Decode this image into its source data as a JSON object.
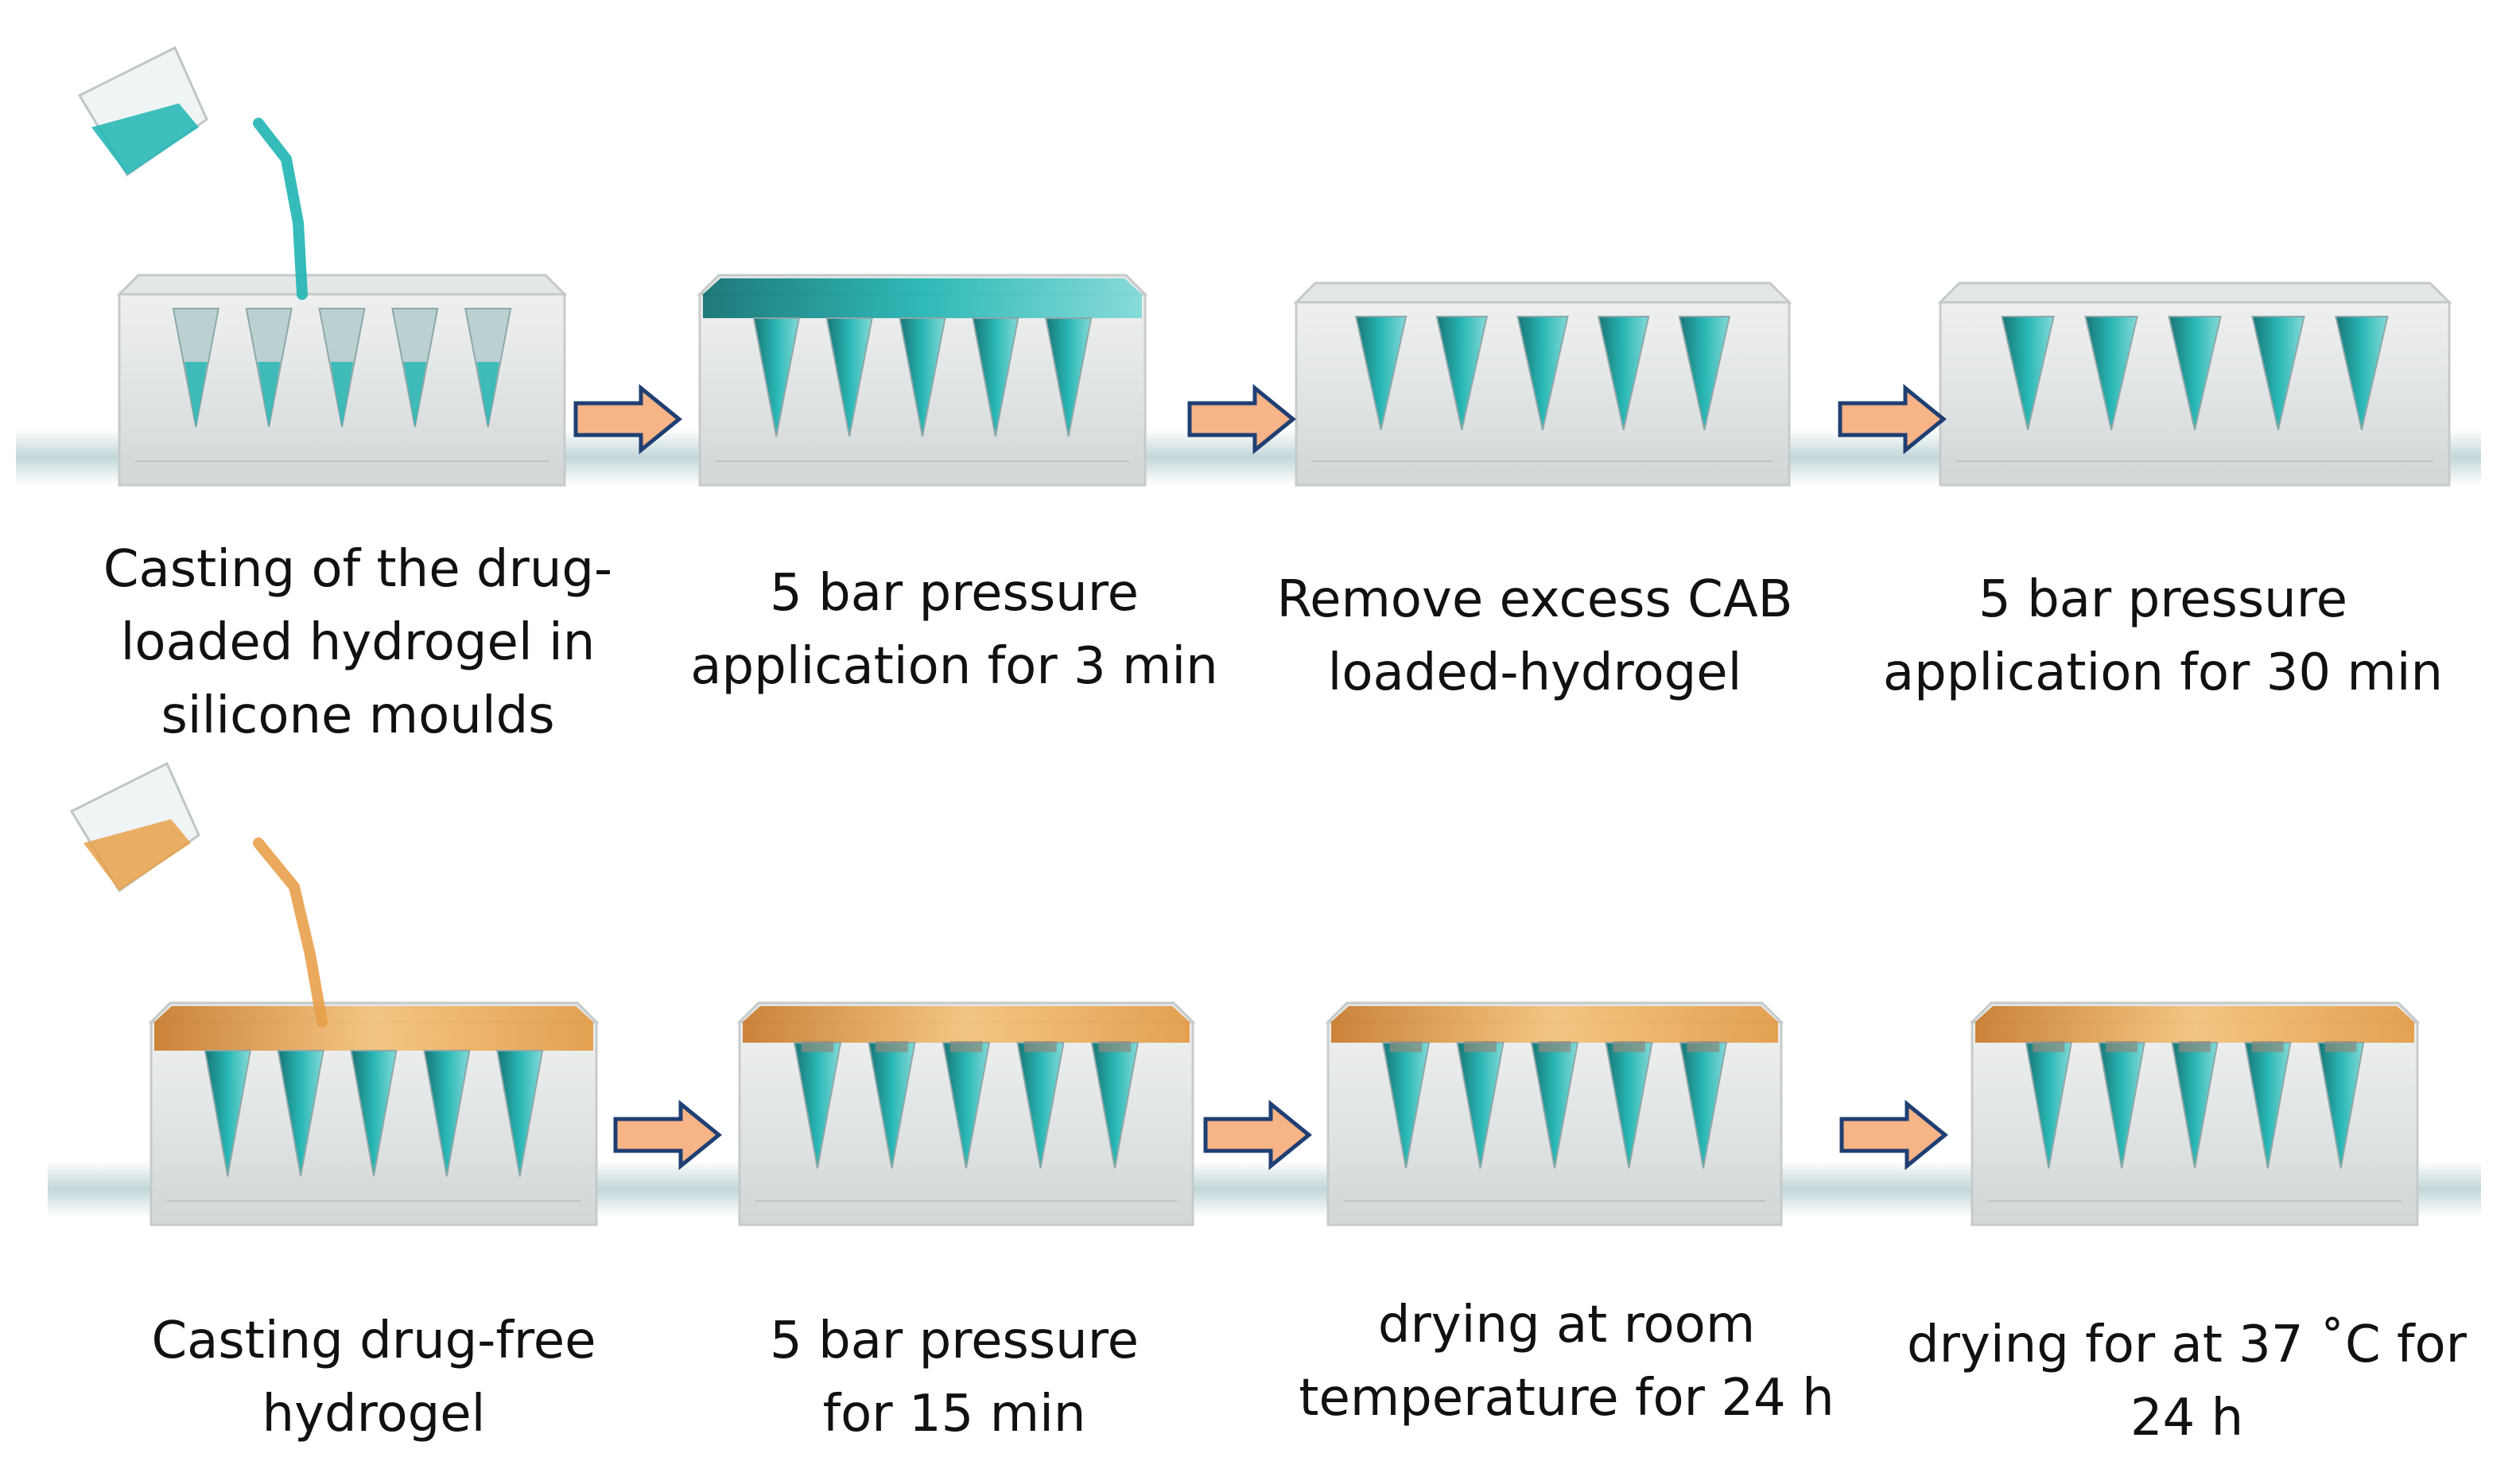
{
  "steps": [
    {
      "caption_lines": [
        "Casting of the drug-",
        "loaded hydrogel in",
        "silicone moulds"
      ]
    },
    {
      "caption_lines": [
        "5 bar pressure",
        "application for 3 min"
      ]
    },
    {
      "caption_lines": [
        "Remove excess CAB",
        "loaded-hydrogel"
      ]
    },
    {
      "caption_lines": [
        "5 bar pressure",
        "application for 30 min"
      ]
    },
    {
      "caption_lines": [
        "Casting drug-free",
        "hydrogel"
      ]
    },
    {
      "caption_lines": [
        "5 bar pressure",
        "for 15 min"
      ]
    },
    {
      "caption_lines": [
        "drying at room",
        "temperature for 24 h"
      ]
    },
    {
      "caption_lines": [
        "drying for at 37 ˚C for",
        "24 h"
      ]
    }
  ],
  "colors": {
    "drug_hydrogel": "#1fb5b3",
    "drug_free_hydrogel": "#e8a04a",
    "mould": "#dcdfe0",
    "arrow_fill": "#f7b487",
    "arrow_stroke": "#1f3f73"
  }
}
